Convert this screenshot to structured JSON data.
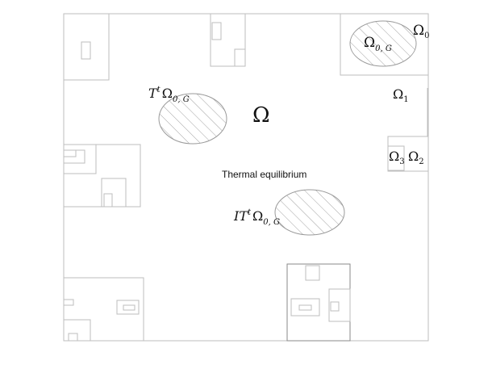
{
  "diagram": {
    "domain_symbol": "Ω",
    "labels": {
      "omega0": {
        "base": "Ω",
        "sub": "0"
      },
      "omega0G": {
        "base": "Ω",
        "sub": "0, G"
      },
      "omega1": {
        "base": "Ω",
        "sub": "1"
      },
      "omega2": {
        "base": "Ω",
        "sub": "2"
      },
      "omega3": {
        "base": "Ω",
        "sub": "3"
      },
      "translated": {
        "prefix": "T",
        "sup": "t",
        "base": "Ω",
        "sub": "0, G"
      },
      "inverse_translated": {
        "prefix": "IT",
        "sup": "t",
        "base": "Ω",
        "sub": "0, G"
      }
    },
    "thermal_label": "Thermal equilibrium"
  }
}
